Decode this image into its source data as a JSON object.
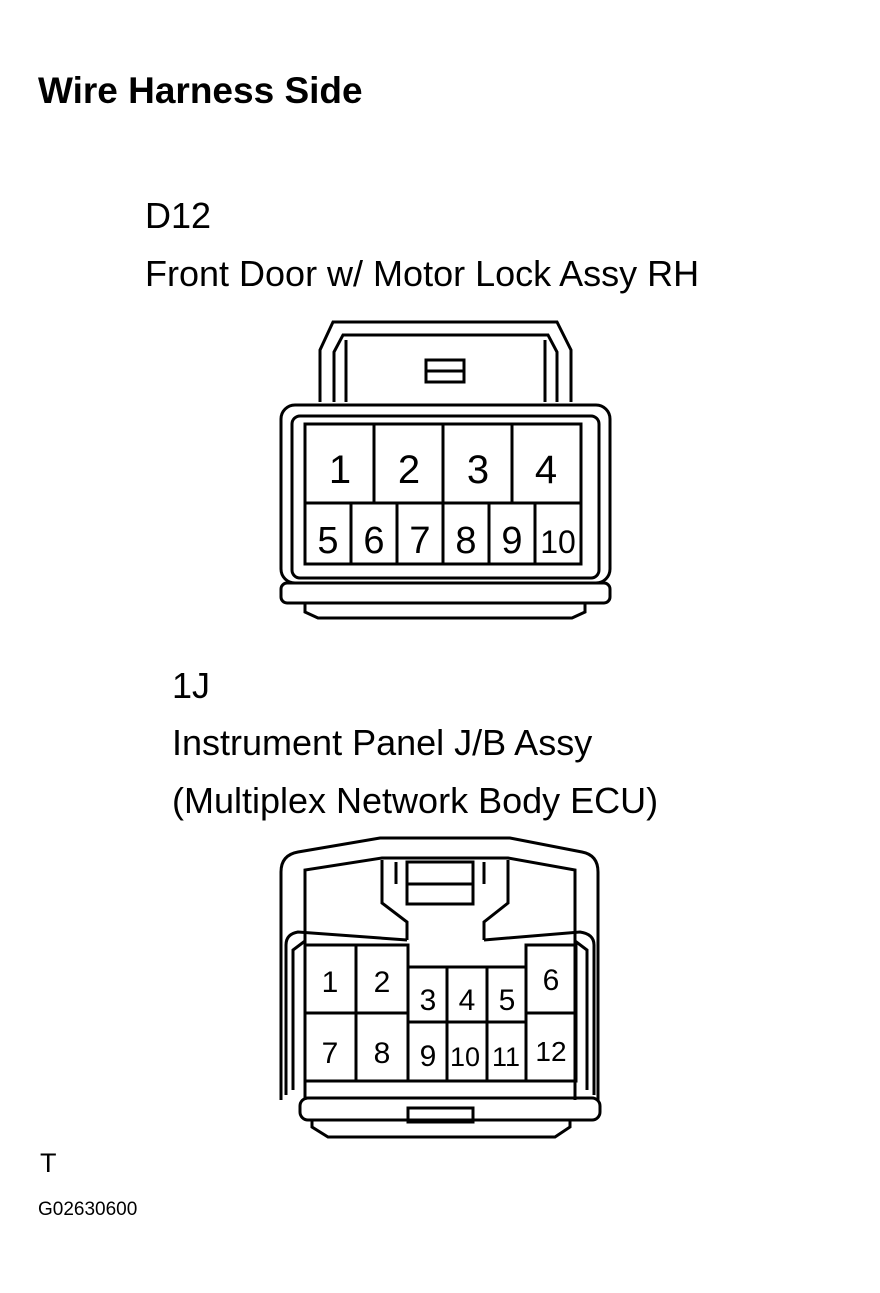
{
  "heading": "Wire Harness Side",
  "connectors": [
    {
      "code": "D12",
      "name_lines": [
        "Front Door w/ Motor Lock Assy RH"
      ],
      "pins_top": [
        "1",
        "2",
        "3",
        "4"
      ],
      "pins_bottom": [
        "5",
        "6",
        "7",
        "8",
        "9",
        "10"
      ]
    },
    {
      "code": "1J",
      "name_lines": [
        "Instrument Panel J/B Assy",
        "(Multiplex Network Body ECU)"
      ],
      "pins_left_top": [
        "1",
        "2"
      ],
      "pins_left_bottom": [
        "7",
        "8"
      ],
      "pins_center_top": [
        "3",
        "4",
        "5"
      ],
      "pins_center_bottom": [
        "9",
        "10",
        "11"
      ],
      "pins_right_top": [
        "6"
      ],
      "pins_right_bottom": [
        "12"
      ]
    }
  ],
  "view_mark": "T",
  "figure_id": "G02630600"
}
